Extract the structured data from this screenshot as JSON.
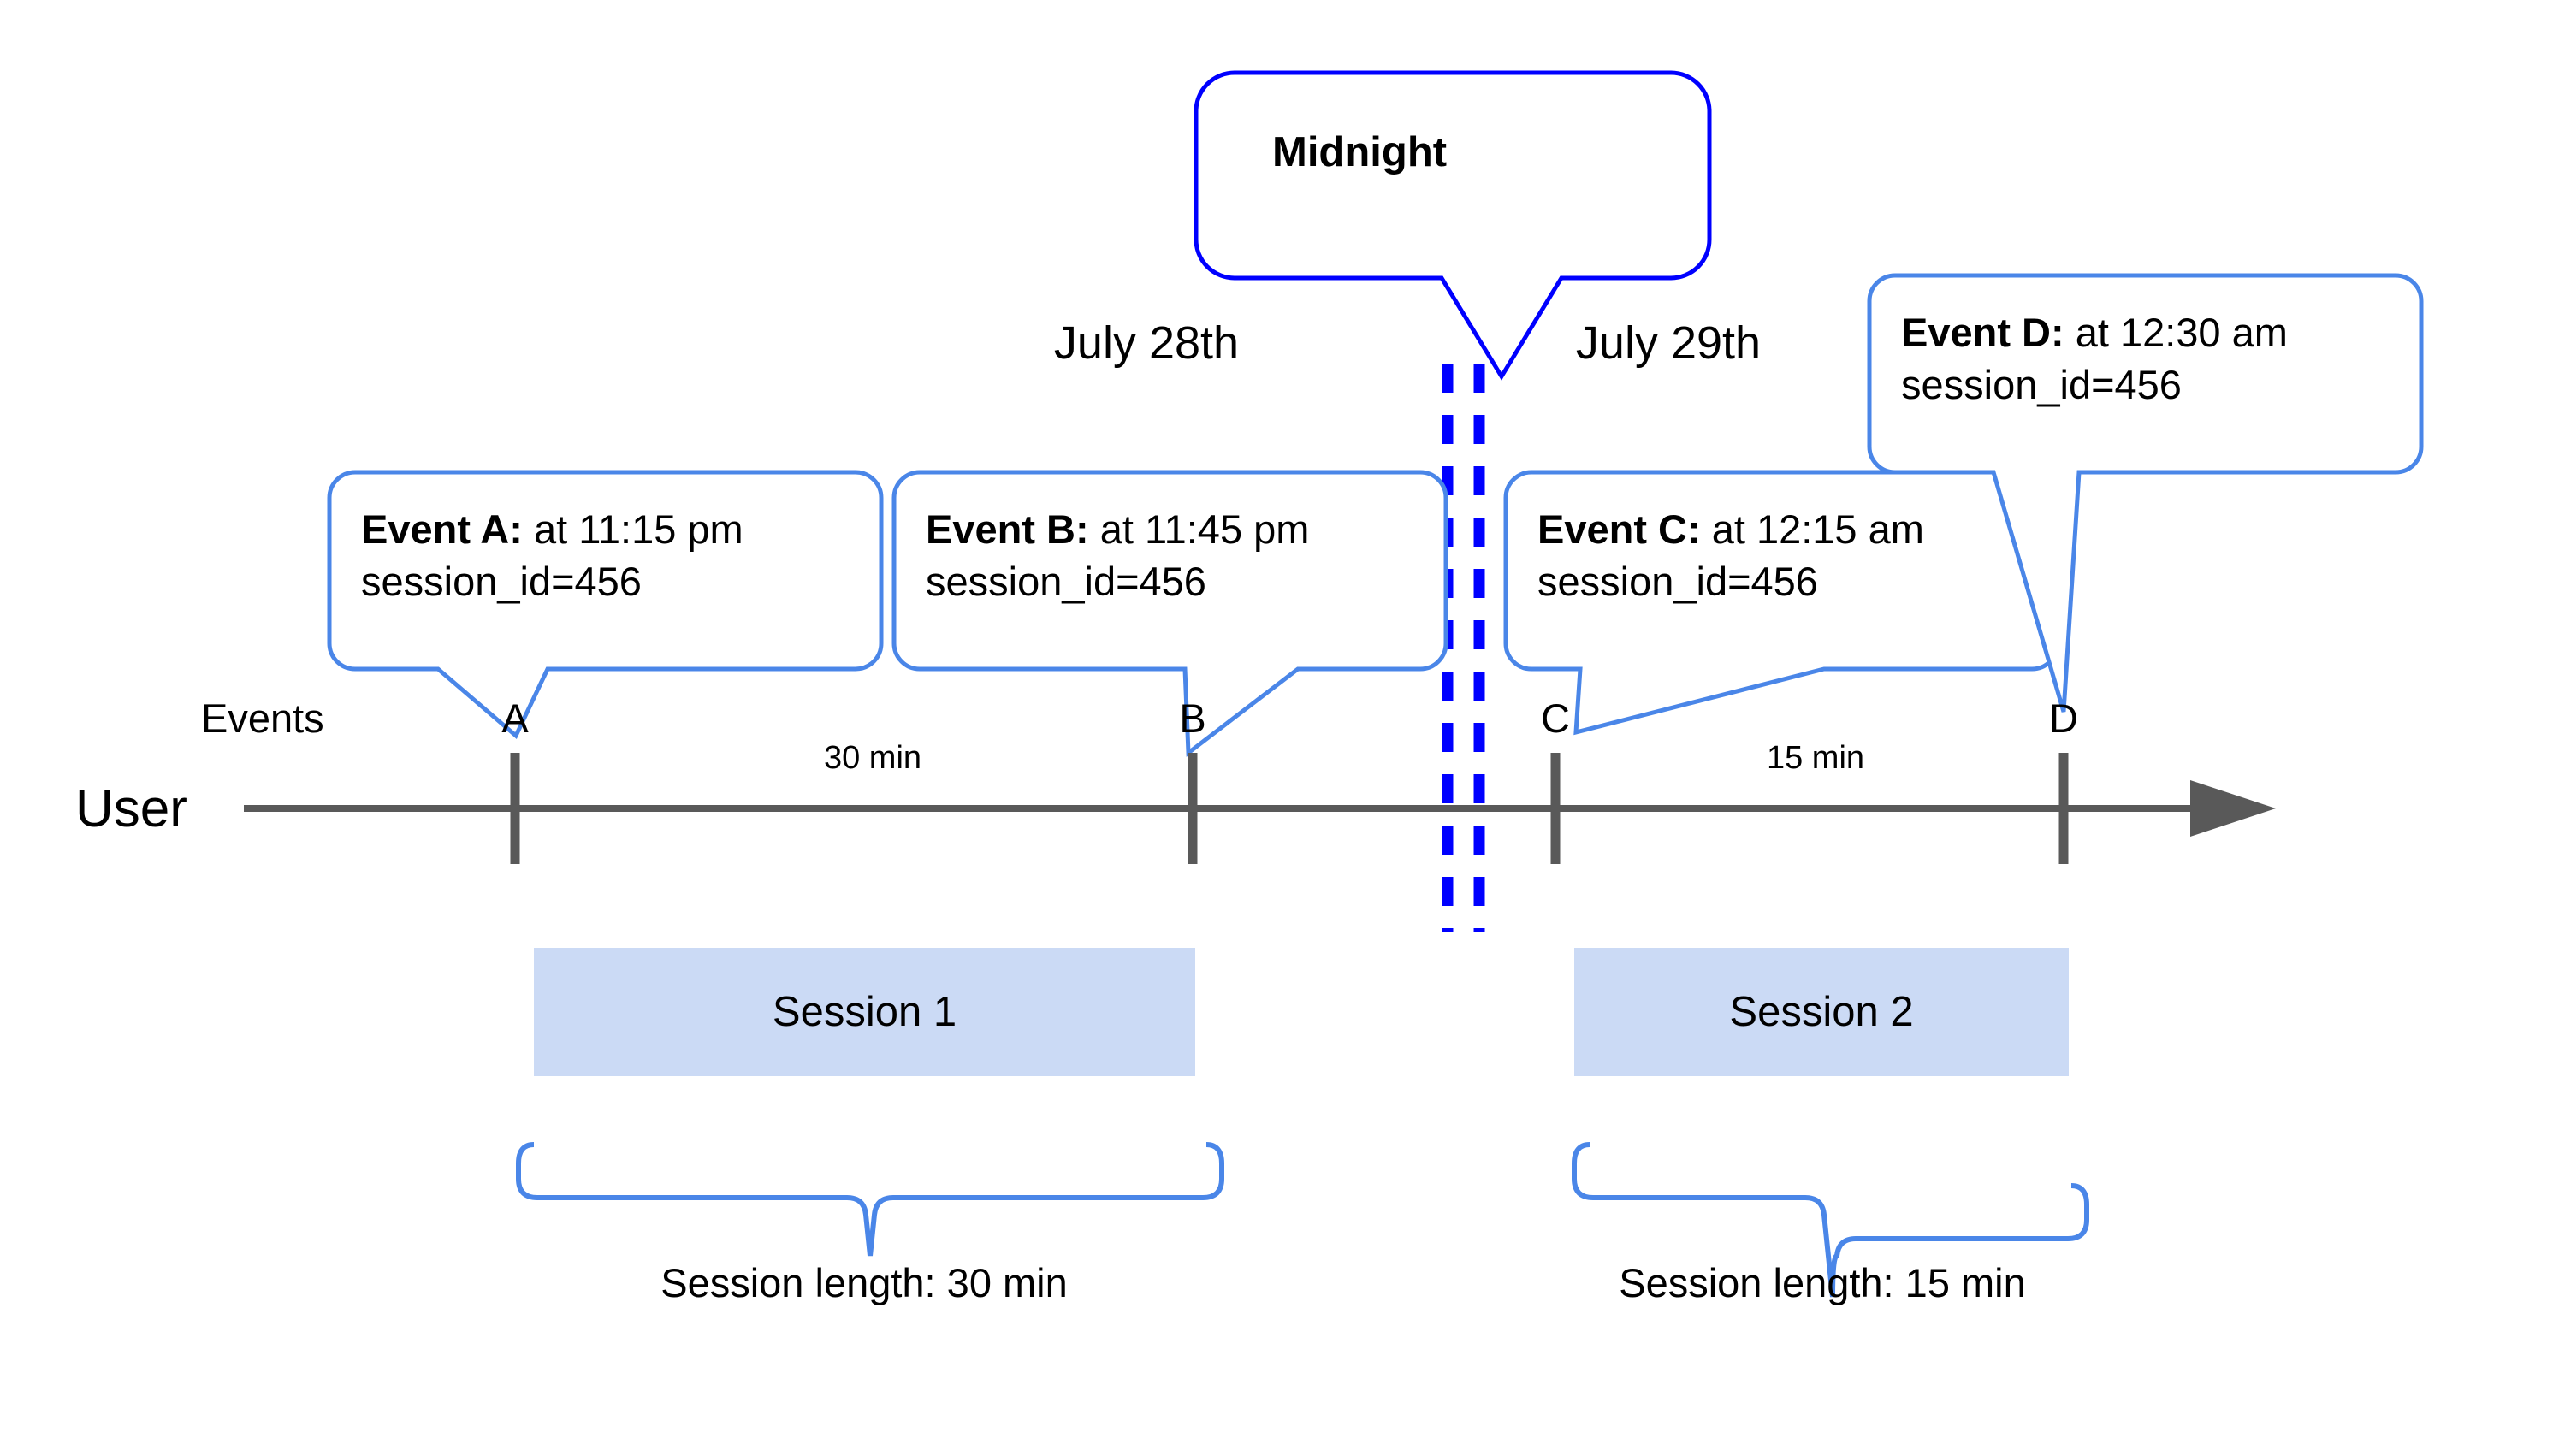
{
  "diagram": {
    "title_callout": {
      "label": "Midnight"
    },
    "dates": [
      {
        "id": "date-july-28",
        "label": "July 28th"
      },
      {
        "id": "date-july-29",
        "label": "July 29th"
      }
    ],
    "lanes": {
      "events_label": "Events",
      "user_label": "User"
    },
    "events": [
      {
        "id": "event-a",
        "tick_label": "A",
        "title": "Event A:",
        "time": " at 11:15 pm",
        "session_id": "session_id=456"
      },
      {
        "id": "event-b",
        "tick_label": "B",
        "title": "Event B:",
        "time": " at 11:45 pm",
        "session_id": "session_id=456"
      },
      {
        "id": "event-c",
        "tick_label": "C",
        "title": "Event C:",
        "time": " at 12:15 am",
        "session_id": "session_id=456"
      },
      {
        "id": "event-d",
        "tick_label": "D",
        "title": "Event D:",
        "time": " at 12:30 am",
        "session_id": "session_id=456"
      }
    ],
    "gaps": [
      {
        "id": "gap-a-b",
        "label": "30 min"
      },
      {
        "id": "gap-c-d",
        "label": "15 min"
      }
    ],
    "sessions": [
      {
        "id": "session-1",
        "label": "Session 1",
        "length_label": "Session length: 30 min"
      },
      {
        "id": "session-2",
        "label": "Session 2",
        "length_label": "Session length: 15 min"
      }
    ],
    "colors": {
      "callout_border": "#4a86e8",
      "midnight_border": "#0000ff",
      "midnight_dash": "#0000ff",
      "session_fill": "#cbdaf5",
      "axis": "#595959",
      "brace": "#4a86e8",
      "text": "#000000"
    }
  }
}
